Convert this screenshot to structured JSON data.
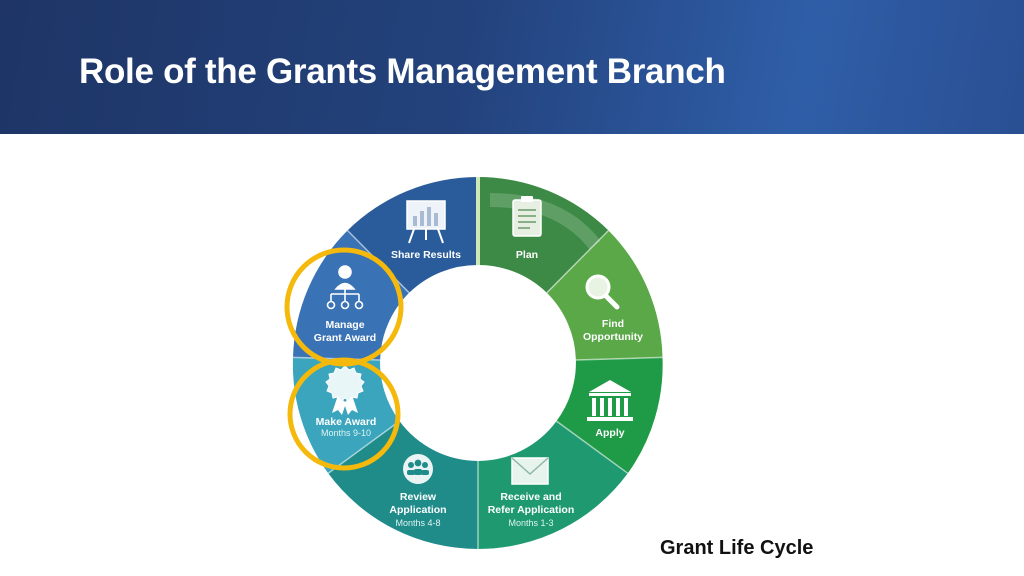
{
  "title": "Role of the Grants Management Branch",
  "caption": "Grant Life Cycle",
  "cycle": {
    "plan": "Plan",
    "find_1": "Find",
    "find_2": "Opportunity",
    "apply": "Apply",
    "receive_1": "Receive and",
    "receive_2": "Refer Application",
    "receive_months": "Months 1-3",
    "review_1": "Review",
    "review_2": "Application",
    "review_months": "Months 4-8",
    "award_1": "Make Award",
    "award_months": "Months 9-10",
    "manage_1": "Manage",
    "manage_2": "Grant Award",
    "share": "Share Results"
  },
  "colors": {
    "header_dark": "#1e3566",
    "header_light": "#2f5ea8",
    "plan": "#3c8a45",
    "find": "#5aa847",
    "apply": "#1f9a46",
    "receive": "#1f9a70",
    "review": "#1f8c8a",
    "award": "#3aa5bd",
    "manage": "#3a73b5",
    "share": "#2a5c9b",
    "highlight": "#f4b90b"
  },
  "icons": [
    "clipboard-icon",
    "magnifier-icon",
    "bank-building-icon",
    "envelope-icon",
    "people-icon",
    "award-ribbon-icon",
    "org-chart-icon",
    "presentation-board-icon"
  ]
}
